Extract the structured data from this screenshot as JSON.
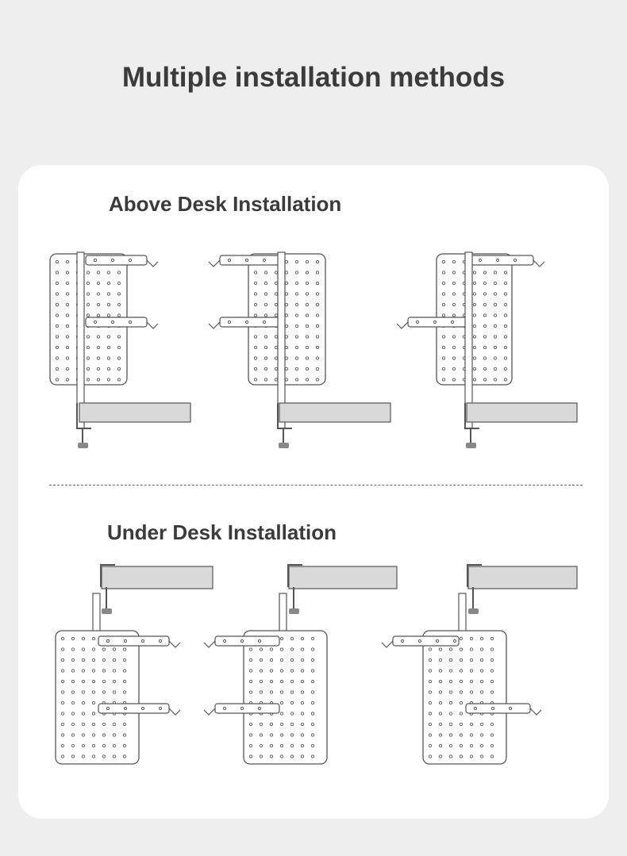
{
  "title": "Multiple installation methods",
  "sections": [
    {
      "heading": "Above  Desk  Installation",
      "diagrams": [
        "above-left-shelves-right",
        "above-shelves-left",
        "above-mixed"
      ]
    },
    {
      "heading": "Under Desk Installation",
      "diagrams": [
        "under-shelves-right",
        "under-shelves-left",
        "under-mixed"
      ]
    }
  ],
  "colors": {
    "background": "#eeeeee",
    "card": "#ffffff",
    "text": "#3b3b3b",
    "line": "#555555",
    "desk": "#d9d9d9"
  }
}
